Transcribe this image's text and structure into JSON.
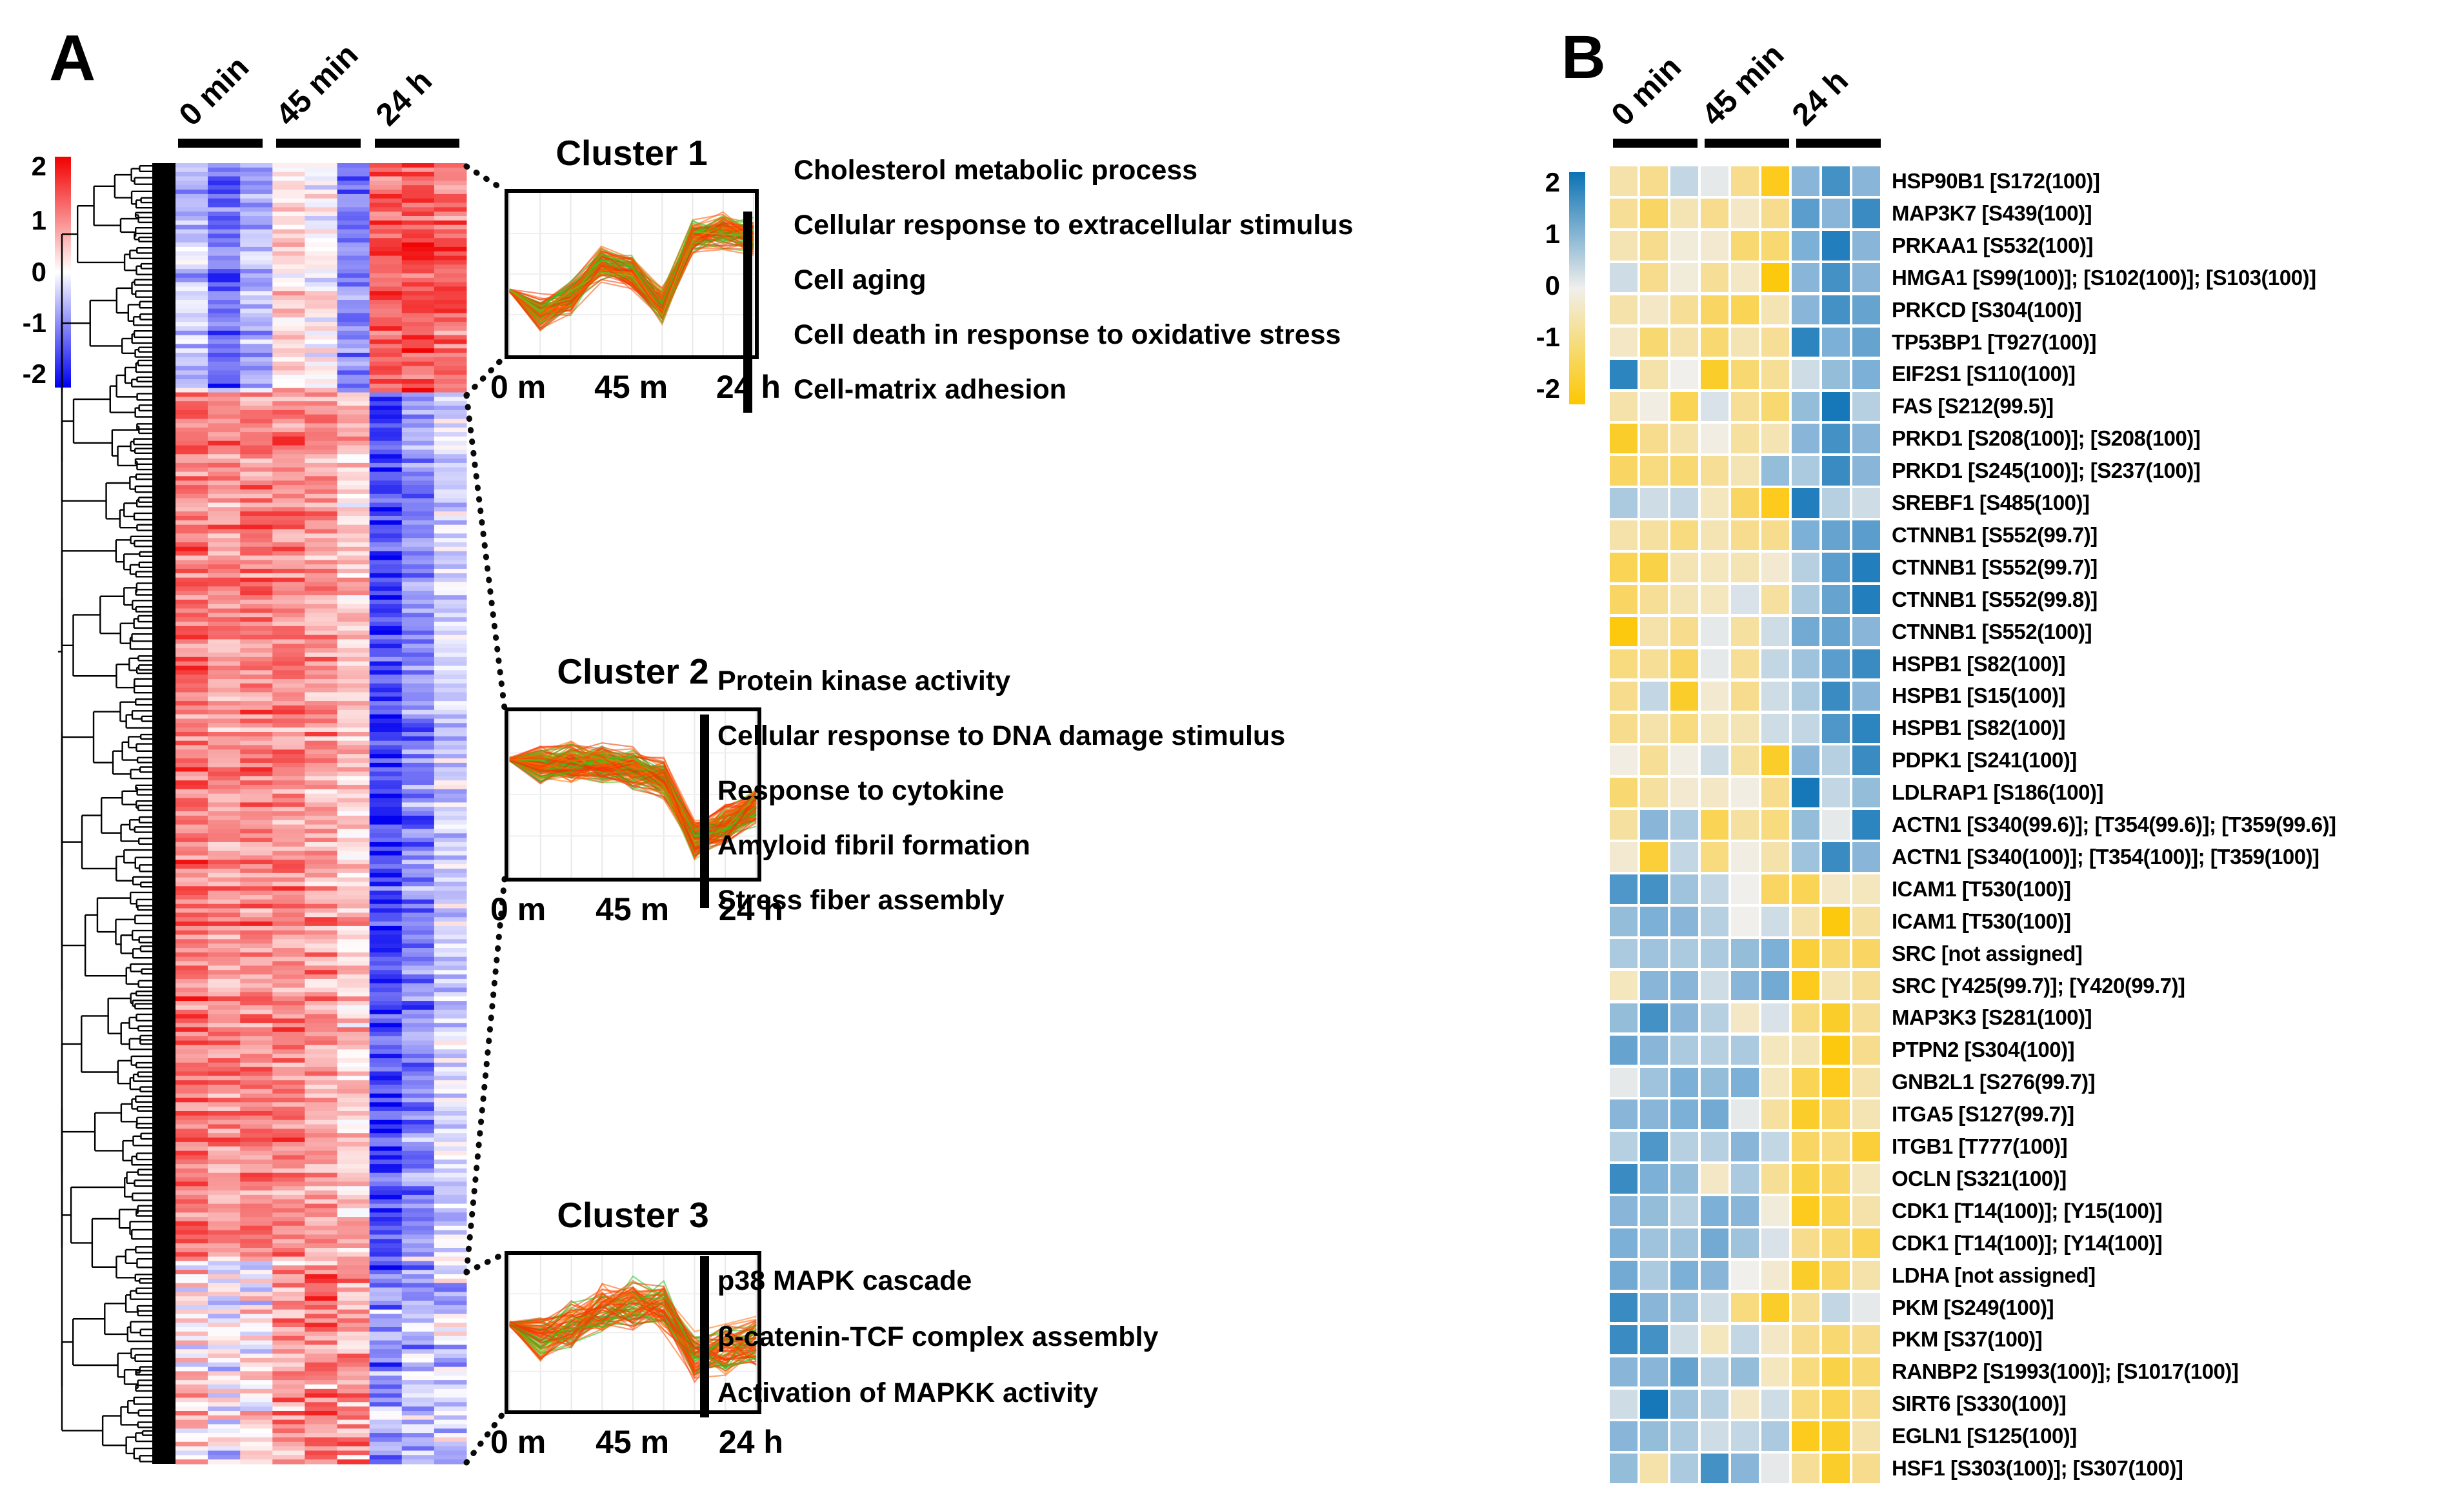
{
  "figure": {
    "panelA": {
      "label": "A",
      "column_group_labels": [
        "0 min",
        "45 min",
        "24 h"
      ],
      "colorbar_ticks": [
        "2",
        "1",
        "0",
        "-1",
        "-2"
      ],
      "colorbar_colors": {
        "max": "#f20000",
        "mid": "#ffffff",
        "min": "#0000f2"
      }
    },
    "panelB": {
      "label": "B",
      "column_group_labels": [
        "0 min",
        "45 min",
        "24 h"
      ],
      "colorbar_ticks": [
        "2",
        "1",
        "0",
        "-1",
        "-2"
      ],
      "colorbar_colors": {
        "max": "#0b72b5",
        "mid": "#f0efec",
        "min": "#fdc701"
      }
    }
  },
  "chart_data": [
    {
      "type": "heatmap",
      "id": "panelA-clustered-heatmap",
      "description": "Hierarchically clustered z-scored heatmap, 3 time points x 3 replicates, red=high blue=low",
      "columns": [
        "0 min",
        "0 min",
        "0 min",
        "45 min",
        "45 min",
        "45 min",
        "24 h",
        "24 h",
        "24 h"
      ],
      "colorscale": {
        "min": -2,
        "max": 2,
        "ticks": [
          2,
          1,
          0,
          -1,
          -2
        ],
        "max_color": "red",
        "mid_color": "white",
        "min_color": "blue"
      },
      "clusters": [
        {
          "name": "Cluster 1",
          "row_fraction": 0.175,
          "mean_profile": [
            -0.55,
            -1.25,
            -0.75,
            0.35,
            0.05,
            -1.05,
            1.3,
            1.45,
            1.25
          ],
          "noise": 0.5,
          "n_lines": 95,
          "x_axis_labels": [
            "0 m",
            "45 m",
            "24 h"
          ],
          "go_terms": [
            "Cholesterol metabolic process",
            "Cellular response to extracellular stimulus",
            "Cell aging",
            "Cell death in response to oxidative stress",
            "Cell-matrix adhesion"
          ]
        },
        {
          "name": "Cluster 2",
          "row_fraction": 0.663,
          "mean_profile": [
            1.15,
            0.95,
            1.05,
            1.0,
            0.85,
            0.5,
            -1.5,
            -1.0,
            -0.35
          ],
          "noise": 0.55,
          "n_lines": 130,
          "x_axis_labels": [
            "0 m",
            "45 m",
            "24 h"
          ],
          "go_terms": [
            "Protein kinase activity",
            "Cellular response to DNA damage stimulus",
            "Response to cytokine",
            "Amyloid fibril formation",
            "Stress fiber assembly"
          ]
        },
        {
          "name": "Cluster 3",
          "row_fraction": 0.162,
          "mean_profile": [
            0.3,
            -0.2,
            0.15,
            0.8,
            1.0,
            0.85,
            -0.9,
            -0.6,
            -0.35
          ],
          "noise": 0.9,
          "n_lines": 80,
          "x_axis_labels": [
            "0 m",
            "45 m",
            "24 h"
          ],
          "go_terms": [
            "p38 MAPK cascade",
            "β-catenin-TCF complex assembly",
            "Activation of MAPKK activity"
          ]
        }
      ]
    },
    {
      "type": "heatmap",
      "id": "panelB-phosphosite-heatmap",
      "description": "Phosphosite heatmap, 3 time points x 3 replicates, blue=high yellow=low",
      "columns": [
        "0 min",
        "0 min",
        "0 min",
        "45 min",
        "45 min",
        "45 min",
        "24 h",
        "24 h",
        "24 h"
      ],
      "colorscale": {
        "min": -2,
        "max": 2,
        "ticks": [
          2,
          1,
          0,
          -1,
          -2
        ],
        "max_color": "blue",
        "mid_color": "white",
        "min_color": "gold"
      },
      "rows": [
        {
          "label": "HSP90B1 [S172(100)]",
          "values": [
            -0.7,
            -1.0,
            0.4,
            0.1,
            -1.0,
            -1.8,
            0.9,
            1.5,
            0.9
          ]
        },
        {
          "label": "MAP3K7 [S439(100)]",
          "values": [
            -0.9,
            -1.3,
            -0.6,
            -1.0,
            -0.4,
            -1.0,
            1.3,
            0.9,
            1.6
          ]
        },
        {
          "label": "PRKAA1 [S532(100)]",
          "values": [
            -0.6,
            -1.0,
            -0.2,
            -0.3,
            -1.2,
            -1.2,
            1.0,
            1.8,
            0.9
          ]
        },
        {
          "label": "HMGA1 [S99(100)]; [S102(100)]; [S103(100)]",
          "values": [
            0.3,
            -1.0,
            -0.2,
            -0.9,
            -0.4,
            -1.9,
            0.9,
            1.5,
            0.9
          ]
        },
        {
          "label": "PRKCD [S304(100)]",
          "values": [
            -0.7,
            -0.4,
            -0.9,
            -1.3,
            -1.4,
            -0.6,
            0.9,
            1.5,
            1.2
          ]
        },
        {
          "label": "TP53BP1 [T927(100)]",
          "values": [
            -0.4,
            -1.2,
            -0.7,
            -1.2,
            -0.6,
            -0.9,
            1.7,
            1.0,
            1.2
          ]
        },
        {
          "label": "EIF2S1 [S110(100)]",
          "values": [
            1.7,
            -0.7,
            0.0,
            -1.7,
            -1.2,
            -0.9,
            0.3,
            0.8,
            1.0
          ]
        },
        {
          "label": "FAS [S212(99.5)]",
          "values": [
            -0.7,
            -0.1,
            -1.4,
            0.2,
            -0.9,
            -1.2,
            0.8,
            1.9,
            0.5
          ]
        },
        {
          "label": "PRKD1 [S208(100)]; [S208(100)]",
          "values": [
            -1.7,
            -1.0,
            -0.7,
            -0.1,
            -0.8,
            -0.6,
            0.9,
            1.5,
            0.9
          ]
        },
        {
          "label": "PRKD1 [S245(100)]; [S237(100)]",
          "values": [
            -1.3,
            -1.1,
            -1.2,
            -0.9,
            -0.6,
            0.8,
            0.6,
            1.6,
            0.9
          ]
        },
        {
          "label": "SREBF1 [S485(100)]",
          "values": [
            0.6,
            0.3,
            0.4,
            -0.5,
            -1.3,
            -1.8,
            1.8,
            0.5,
            0.3
          ]
        },
        {
          "label": "CTNNB1 [S552(99.7)]",
          "values": [
            -0.7,
            -0.8,
            -1.1,
            -0.6,
            -1.0,
            -1.0,
            1.0,
            1.2,
            1.3
          ]
        },
        {
          "label": "CTNNB1 [S552(99.7)]",
          "values": [
            -1.4,
            -1.5,
            -0.6,
            -0.5,
            -0.6,
            -0.3,
            0.5,
            1.3,
            1.8
          ]
        },
        {
          "label": "CTNNB1 [S552(99.8)]",
          "values": [
            -1.3,
            -0.9,
            -0.6,
            -0.5,
            0.2,
            -0.8,
            0.6,
            1.2,
            1.8
          ]
        },
        {
          "label": "CTNNB1 [S552(100)]",
          "values": [
            -1.9,
            -0.7,
            -1.0,
            0.1,
            -0.8,
            0.3,
            1.1,
            1.2,
            0.9
          ]
        },
        {
          "label": "HSPB1 [S82(100)]",
          "values": [
            -1.1,
            -0.9,
            -1.3,
            0.1,
            -0.9,
            0.4,
            0.7,
            1.3,
            1.6
          ]
        },
        {
          "label": "HSPB1 [S15(100)]",
          "values": [
            -1.0,
            0.4,
            -1.7,
            -0.3,
            -1.0,
            0.3,
            0.6,
            1.6,
            0.9
          ]
        },
        {
          "label": "HSPB1 [S82(100)]",
          "values": [
            -1.0,
            -0.7,
            -1.1,
            -0.5,
            -0.6,
            0.3,
            0.4,
            1.4,
            1.7
          ]
        },
        {
          "label": "PDPK1 [S241(100)]",
          "values": [
            -0.1,
            -0.9,
            -0.1,
            0.3,
            -0.8,
            -1.7,
            0.9,
            0.5,
            1.6
          ]
        },
        {
          "label": "LDLRAP1 [S186(100)]",
          "values": [
            -1.2,
            -0.8,
            -0.3,
            -0.4,
            -0.1,
            -1.0,
            1.9,
            0.4,
            0.8
          ]
        },
        {
          "label": "ACTN1 [S340(99.6)]; [T354(99.6)]; [T359(99.6)]",
          "values": [
            -0.8,
            0.9,
            0.6,
            -1.4,
            -0.8,
            -1.1,
            0.8,
            0.1,
            1.7
          ]
        },
        {
          "label": "ACTN1 [S340(100)]; [T354(100)]; [T359(100)]",
          "values": [
            -0.3,
            -1.6,
            0.4,
            -1.1,
            -0.1,
            -0.7,
            0.7,
            1.6,
            0.9
          ]
        },
        {
          "label": "ICAM1 [T530(100)]",
          "values": [
            1.4,
            1.5,
            0.7,
            0.4,
            0.0,
            -1.3,
            -1.4,
            -0.4,
            -0.5
          ]
        },
        {
          "label": "ICAM1 [T530(100)]",
          "values": [
            0.8,
            1.0,
            0.9,
            0.5,
            0.0,
            0.3,
            -0.7,
            -1.9,
            -0.8
          ]
        },
        {
          "label": "SRC [not assigned]",
          "values": [
            0.6,
            0.7,
            0.6,
            0.6,
            0.8,
            1.0,
            -1.6,
            -1.2,
            -1.3
          ]
        },
        {
          "label": "SRC [Y425(99.7)]; [Y420(99.7)]",
          "values": [
            -0.5,
            0.9,
            0.9,
            0.3,
            0.9,
            1.1,
            -1.8,
            -0.6,
            -0.9
          ]
        },
        {
          "label": "MAP3K3 [S281(100)]",
          "values": [
            0.8,
            1.5,
            0.9,
            0.5,
            -0.4,
            0.2,
            -1.1,
            -1.7,
            -0.9
          ]
        },
        {
          "label": "PTPN2 [S304(100)]",
          "values": [
            1.2,
            0.9,
            0.6,
            0.5,
            0.6,
            -0.5,
            -0.6,
            -1.9,
            -1.0
          ]
        },
        {
          "label": "GNB2L1 [S276(99.7)]",
          "values": [
            0.1,
            0.7,
            1.0,
            0.8,
            1.0,
            -0.5,
            -1.4,
            -1.8,
            -0.7
          ]
        },
        {
          "label": "ITGA5 [S127(99.7)]",
          "values": [
            0.9,
            0.9,
            1.0,
            1.1,
            0.1,
            -0.8,
            -1.7,
            -1.3,
            -0.6
          ]
        },
        {
          "label": "ITGB1 [T777(100)]",
          "values": [
            0.5,
            1.4,
            0.5,
            0.5,
            0.9,
            0.4,
            -1.3,
            -1.1,
            -1.6
          ]
        },
        {
          "label": "OCLN [S321(100)]",
          "values": [
            1.6,
            1.0,
            0.8,
            -0.4,
            0.6,
            -0.9,
            -1.5,
            -1.3,
            -0.5
          ]
        },
        {
          "label": "CDK1 [T14(100)]; [Y15(100)]",
          "values": [
            0.9,
            0.8,
            0.5,
            1.0,
            0.9,
            -0.2,
            -1.8,
            -1.4,
            -0.7
          ]
        },
        {
          "label": "CDK1 [T14(100)]; [Y14(100)]",
          "values": [
            1.0,
            0.7,
            0.7,
            1.1,
            0.7,
            0.2,
            -1.0,
            -1.2,
            -1.4
          ]
        },
        {
          "label": "LDHA [not assigned]",
          "values": [
            1.1,
            0.6,
            1.0,
            0.9,
            0.0,
            -0.3,
            -1.7,
            -1.3,
            -0.7
          ]
        },
        {
          "label": "PKM [S249(100)]",
          "values": [
            1.6,
            0.9,
            0.7,
            0.3,
            -1.1,
            -1.7,
            -0.9,
            0.4,
            0.1
          ]
        },
        {
          "label": "PKM [S37(100)]",
          "values": [
            1.6,
            1.5,
            0.3,
            -0.5,
            0.4,
            -0.4,
            -1.0,
            -1.2,
            -1.0
          ]
        },
        {
          "label": "RANBP2 [S1993(100)]; [S1017(100)]",
          "values": [
            0.9,
            0.9,
            1.2,
            0.5,
            0.8,
            -0.5,
            -1.1,
            -1.5,
            -1.2
          ]
        },
        {
          "label": "SIRT6 [S330(100)]",
          "values": [
            0.3,
            1.9,
            0.7,
            0.5,
            -0.4,
            0.3,
            -1.1,
            -1.4,
            -1.0
          ]
        },
        {
          "label": "EGLN1 [S125(100)]",
          "values": [
            0.9,
            0.8,
            0.6,
            0.3,
            0.4,
            0.6,
            -1.8,
            -1.7,
            -0.7
          ]
        },
        {
          "label": "HSF1 [S303(100)]; [S307(100)]",
          "values": [
            0.8,
            -0.7,
            0.6,
            1.5,
            0.9,
            0.1,
            -0.9,
            -1.7,
            -1.0
          ]
        }
      ]
    }
  ]
}
